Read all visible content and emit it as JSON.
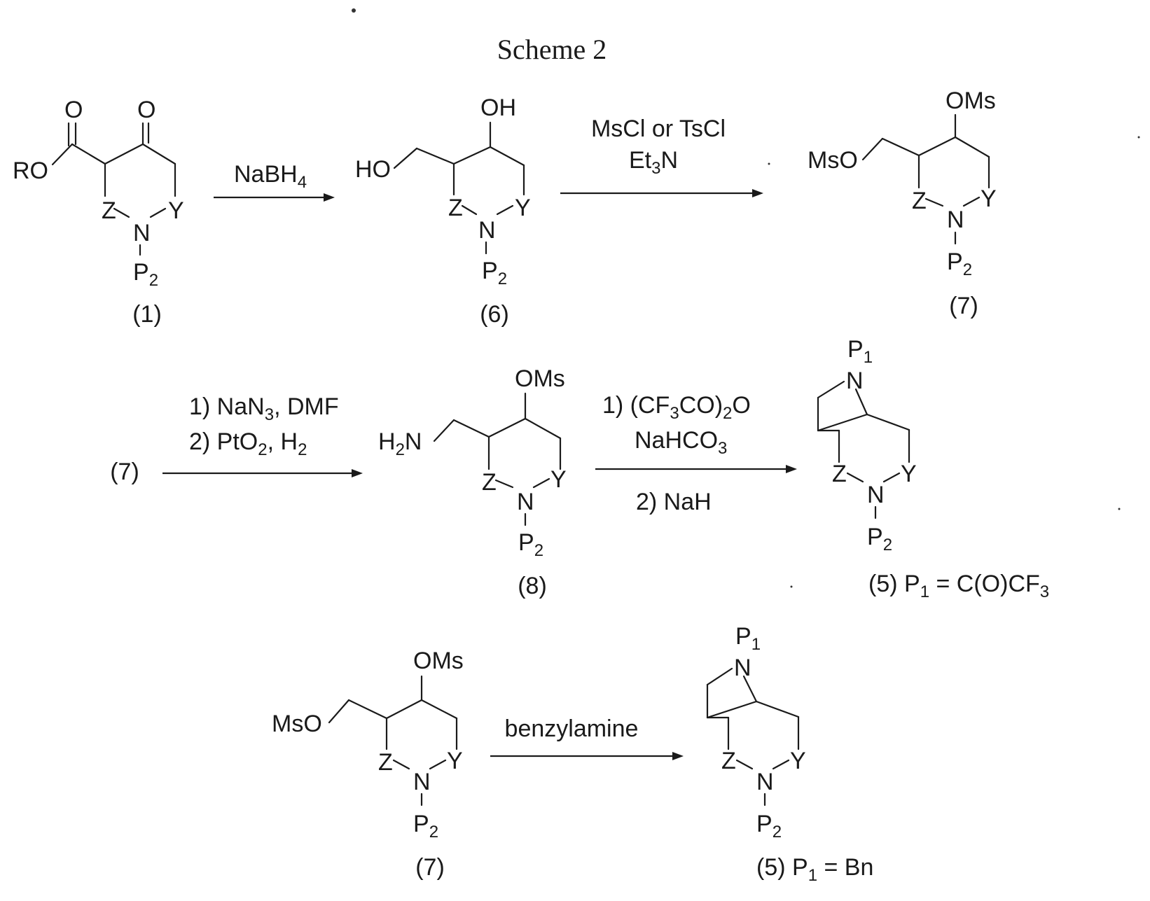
{
  "scheme_title": "Scheme 2",
  "atoms": {
    "O": "O",
    "OH": "OH",
    "HO": "HO",
    "RO": "RO",
    "OMs": "OMs",
    "MsO": "MsO",
    "Z": "Z",
    "N": "N",
    "Y": "Y",
    "P": "P",
    "H": "H",
    "sub1": "1",
    "sub2": "2"
  },
  "reagents": {
    "r1": {
      "main": "NaBH",
      "sub": "4"
    },
    "r2_line1": "MsCl or TsCl",
    "r2_line2": {
      "a": "Et",
      "sub": "3",
      "b": "N"
    },
    "r3_line1": {
      "a": "1) NaN",
      "sub": "3",
      "b": ", DMF"
    },
    "r3_line2": {
      "a": "2) PtO",
      "sub1": "2",
      "b": ",  H",
      "sub2": "2"
    },
    "r4_line1": {
      "a": "1) (CF",
      "sub1": "3",
      "b": "CO)",
      "sub2": "2",
      "c": "O"
    },
    "r4_line2": {
      "a": "NaHCO",
      "sub": "3"
    },
    "r4_line3": "2) NaH",
    "r5": "benzylamine"
  },
  "compounds": {
    "c1": "(1)",
    "c6": "(6)",
    "c7a": "(7)",
    "c7_start": "(7)",
    "c8": "(8)",
    "c5a": {
      "a": "(5)  P",
      "sub1": "1",
      "b": " = C(O)CF",
      "sub2": "3"
    },
    "c7b": "(7)",
    "c5b": {
      "a": "(5)  P",
      "sub": "1",
      "b": " = Bn"
    }
  }
}
